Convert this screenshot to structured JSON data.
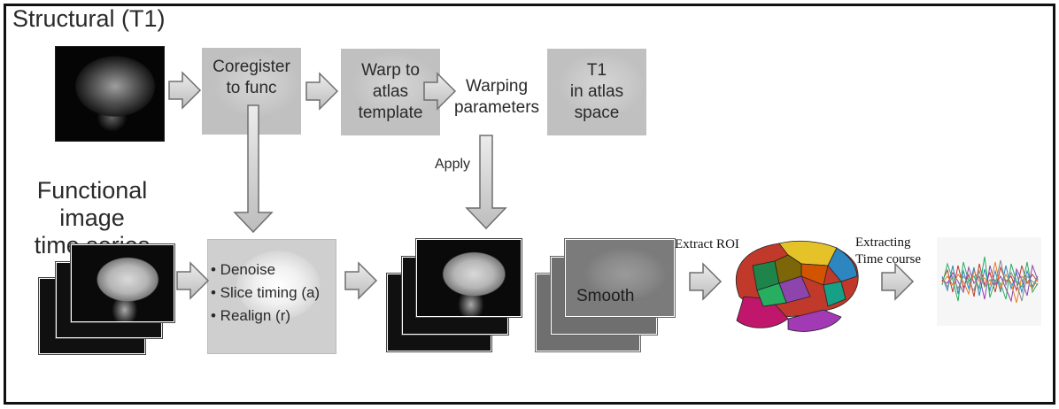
{
  "structural": {
    "heading": "Structural (T1)",
    "step_coregister": "Coregister\nto func",
    "step_warp": "Warp to\natlas\ntemplate",
    "warping_parameters": "Warping\nparameters",
    "t1_atlas": "T1\nin atlas\nspace",
    "apply_label": "Apply"
  },
  "functional": {
    "heading": "Functional image\ntime series",
    "preprocess_items": [
      "• Denoise",
      "• Slice timing (a)",
      "• Realign (r)"
    ],
    "smooth_label": "Smooth",
    "extract_roi": "Extract ROI",
    "extract_time": "Extracting\nTime course"
  },
  "colors": {
    "arrow_fill": "#d6d6d6",
    "arrow_stroke": "#6e6e6e",
    "frame": "#111111",
    "text": "#2a2a2a"
  },
  "icons": [
    "brain-atlas-icon",
    "timecourse-plot-icon",
    "block-arrow-icon"
  ]
}
